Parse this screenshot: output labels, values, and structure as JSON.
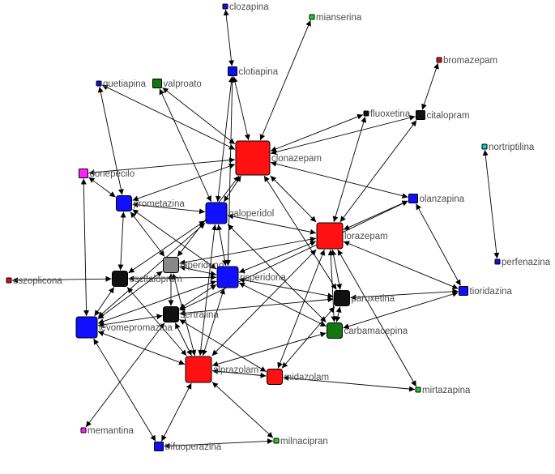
{
  "nodes": [
    {
      "id": "clozapina",
      "label": "clozapina",
      "color": "#1010e0",
      "size": "xs"
    },
    {
      "id": "mianserina",
      "label": "mianserina",
      "color": "#22cc22",
      "size": "xs"
    },
    {
      "id": "bromazepam",
      "label": "bromazepam",
      "color": "#dd1111",
      "size": "xs"
    },
    {
      "id": "clotiapina",
      "label": "clotiapina",
      "color": "#1010ee",
      "size": "s"
    },
    {
      "id": "valproato",
      "label": "valproato",
      "color": "#117711",
      "size": "s"
    },
    {
      "id": "quetiapina",
      "label": "quetiapina",
      "color": "#1010e0",
      "size": "xs"
    },
    {
      "id": "fluoxetina",
      "label": "fluoxetina",
      "color": "#111111",
      "size": "xs"
    },
    {
      "id": "citalopram",
      "label": "citalopram",
      "color": "#111111",
      "size": "s"
    },
    {
      "id": "nortriptilina",
      "label": "nortriptilina",
      "color": "#11cccc",
      "size": "xs"
    },
    {
      "id": "clonazepam",
      "label": "clonazepam",
      "color": "#ff1111",
      "size": "xl"
    },
    {
      "id": "donepecilo",
      "label": "donepecilo",
      "color": "#ff22ff",
      "size": "s"
    },
    {
      "id": "prometazina",
      "label": "prometazina",
      "color": "#1010ff",
      "size": "m"
    },
    {
      "id": "haloperidol",
      "label": "haloperidol",
      "color": "#1010ff",
      "size": "ml"
    },
    {
      "id": "olanzapina",
      "label": "olanzapina",
      "color": "#1010ff",
      "size": "s"
    },
    {
      "id": "lorazepam",
      "label": "lorazepam",
      "color": "#ff1111",
      "size": "l"
    },
    {
      "id": "perfenazina",
      "label": "perfenazina",
      "color": "#1010e0",
      "size": "xs"
    },
    {
      "id": "biperideno",
      "label": "biperideno",
      "color": "#888888",
      "size": "m"
    },
    {
      "id": "eszoplicona",
      "label": "eszoplicona",
      "color": "#cc1111",
      "size": "xs"
    },
    {
      "id": "escitalopram",
      "label": "escitalopram",
      "color": "#111111",
      "size": "m"
    },
    {
      "id": "risperidona",
      "label": "risperidona",
      "color": "#1010ff",
      "size": "ml"
    },
    {
      "id": "tioridazina",
      "label": "tioridazina",
      "color": "#1010ff",
      "size": "s"
    },
    {
      "id": "paroxetina",
      "label": "paroxetina",
      "color": "#111111",
      "size": "m"
    },
    {
      "id": "sertralina",
      "label": "sertralina",
      "color": "#111111",
      "size": "m"
    },
    {
      "id": "levomepromazina",
      "label": "levomepromazina",
      "color": "#1010ff",
      "size": "ml"
    },
    {
      "id": "carbamacepina",
      "label": "carbamacepina",
      "color": "#117711",
      "size": "m"
    },
    {
      "id": "alprazolam",
      "label": "alprazolam",
      "color": "#ff1111",
      "size": "l"
    },
    {
      "id": "midazolam",
      "label": "midazolam",
      "color": "#ff1111",
      "size": "m"
    },
    {
      "id": "mirtazapina",
      "label": "mirtazapina",
      "color": "#22cc22",
      "size": "xs"
    },
    {
      "id": "memantina",
      "label": "memantina",
      "color": "#ff22ff",
      "size": "xs"
    },
    {
      "id": "trifuoperazina",
      "label": "trifuoperazina",
      "color": "#1010ee",
      "size": "s"
    },
    {
      "id": "milnacipran",
      "label": "milnacipran",
      "color": "#22cc22",
      "size": "xs"
    }
  ],
  "edges": [
    [
      "clozapina",
      "clotiapina"
    ],
    [
      "mianserina",
      "clonazepam"
    ],
    [
      "bromazepam",
      "citalopram"
    ],
    [
      "clotiapina",
      "clonazepam"
    ],
    [
      "clotiapina",
      "haloperidol"
    ],
    [
      "clotiapina",
      "risperidona"
    ],
    [
      "valproato",
      "clonazepam"
    ],
    [
      "valproato",
      "haloperidol"
    ],
    [
      "quetiapina",
      "clonazepam"
    ],
    [
      "quetiapina",
      "prometazina"
    ],
    [
      "fluoxetina",
      "clonazepam"
    ],
    [
      "fluoxetina",
      "lorazepam"
    ],
    [
      "citalopram",
      "clonazepam"
    ],
    [
      "citalopram",
      "lorazepam"
    ],
    [
      "nortriptilina",
      "perfenazina"
    ],
    [
      "donepecilo",
      "clonazepam"
    ],
    [
      "donepecilo",
      "prometazina"
    ],
    [
      "donepecilo",
      "levomepromazina"
    ],
    [
      "clonazepam",
      "prometazina"
    ],
    [
      "clonazepam",
      "haloperidol"
    ],
    [
      "clonazepam",
      "olanzapina"
    ],
    [
      "clonazepam",
      "lorazepam"
    ],
    [
      "clonazepam",
      "biperideno"
    ],
    [
      "clonazepam",
      "paroxetina"
    ],
    [
      "prometazina",
      "haloperidol"
    ],
    [
      "prometazina",
      "escitalopram"
    ],
    [
      "prometazina",
      "biperideno"
    ],
    [
      "prometazina",
      "risperidona"
    ],
    [
      "haloperidol",
      "lorazepam"
    ],
    [
      "haloperidol",
      "risperidona"
    ],
    [
      "haloperidol",
      "escitalopram"
    ],
    [
      "haloperidol",
      "levomepromazina"
    ],
    [
      "haloperidol",
      "alprazolam"
    ],
    [
      "haloperidol",
      "carbamacepina"
    ],
    [
      "olanzapina",
      "lorazepam"
    ],
    [
      "olanzapina",
      "tioridazina"
    ],
    [
      "olanzapina",
      "sertralina"
    ],
    [
      "lorazepam",
      "biperideno"
    ],
    [
      "lorazepam",
      "risperidona"
    ],
    [
      "lorazepam",
      "paroxetina"
    ],
    [
      "lorazepam",
      "carbamacepina"
    ],
    [
      "lorazepam",
      "tioridazina"
    ],
    [
      "lorazepam",
      "mirtazapina"
    ],
    [
      "lorazepam",
      "midazolam"
    ],
    [
      "lorazepam",
      "alprazolam"
    ],
    [
      "biperideno",
      "risperidona"
    ],
    [
      "biperideno",
      "sertralina"
    ],
    [
      "biperideno",
      "alprazolam"
    ],
    [
      "biperideno",
      "levomepromazina"
    ],
    [
      "eszoplicona",
      "escitalopram"
    ],
    [
      "escitalopram",
      "risperidona"
    ],
    [
      "escitalopram",
      "alprazolam"
    ],
    [
      "escitalopram",
      "levomepromazina"
    ],
    [
      "risperidona",
      "paroxetina"
    ],
    [
      "risperidona",
      "carbamacepina"
    ],
    [
      "risperidona",
      "sertralina"
    ],
    [
      "risperidona",
      "alprazolam"
    ],
    [
      "risperidona",
      "levomepromazina"
    ],
    [
      "paroxetina",
      "tioridazina"
    ],
    [
      "paroxetina",
      "sertralina"
    ],
    [
      "paroxetina",
      "carbamacepina"
    ],
    [
      "paroxetina",
      "midazolam"
    ],
    [
      "sertralina",
      "alprazolam"
    ],
    [
      "sertralina",
      "midazolam"
    ],
    [
      "sertralina",
      "memantina"
    ],
    [
      "sertralina",
      "levomepromazina"
    ],
    [
      "levomepromazina",
      "alprazolam"
    ],
    [
      "levomepromazina",
      "trifuoperazina"
    ],
    [
      "alprazolam",
      "midazolam"
    ],
    [
      "alprazolam",
      "trifuoperazina"
    ],
    [
      "alprazolam",
      "milnacipran"
    ],
    [
      "alprazolam",
      "carbamacepina"
    ],
    [
      "midazolam",
      "mirtazapina"
    ],
    [
      "carbamacepina",
      "tioridazina"
    ],
    [
      "trifuoperazina",
      "milnacipran"
    ]
  ]
}
